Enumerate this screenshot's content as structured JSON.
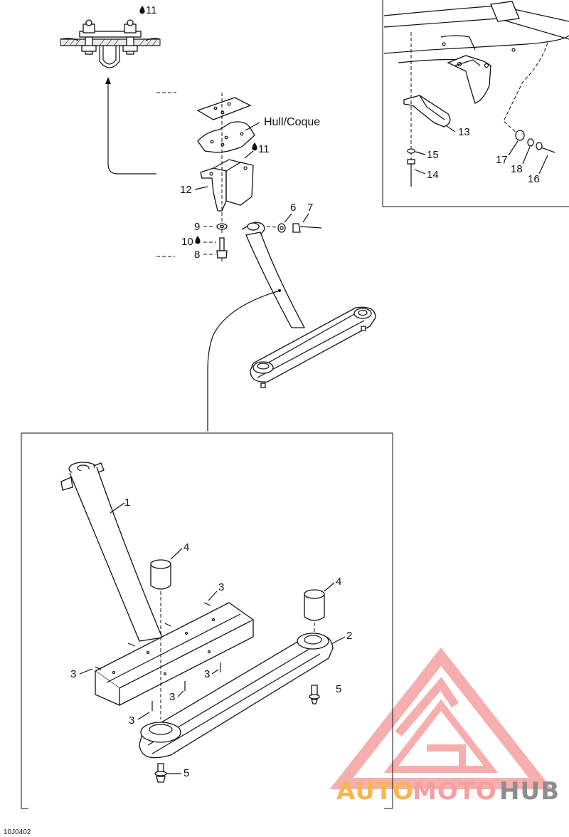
{
  "labels": {
    "hull": "Hull/Coque",
    "p1": "1",
    "p2": "2",
    "p3": "3",
    "p4": "4",
    "p5": "5",
    "p6": "6",
    "p7": "7",
    "p8": "8",
    "p9": "9",
    "p10": "10",
    "p11": "11",
    "p12": "12",
    "p13": "13",
    "p14": "14",
    "p15": "15",
    "p16": "16",
    "p17": "17",
    "p18": "18"
  },
  "figure_code": "10J0402",
  "watermark": {
    "part1": "AUTO",
    "part2": "MOTO",
    "part3": "HUB",
    "color_primary": "#f5a0a0",
    "color_accent": "#f7b74a",
    "color_dark": "#8d8d8d"
  },
  "icons": {
    "adhesive": "drop-icon"
  }
}
